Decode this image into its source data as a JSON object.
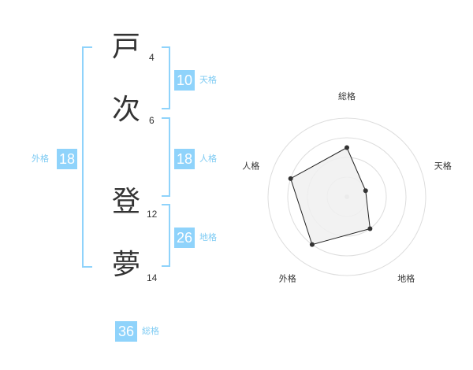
{
  "name": {
    "characters": [
      {
        "char": "戸",
        "strokes": "4"
      },
      {
        "char": "次",
        "strokes": "6"
      },
      {
        "char": "登",
        "strokes": "12"
      },
      {
        "char": "夢",
        "strokes": "14"
      }
    ]
  },
  "kaku": {
    "tenkaku": {
      "value": "10",
      "label": "天格"
    },
    "jinkaku": {
      "value": "18",
      "label": "人格"
    },
    "chikaku": {
      "value": "26",
      "label": "地格"
    },
    "gaikaku": {
      "value": "18",
      "label": "外格"
    },
    "soukaku": {
      "value": "36",
      "label": "総格"
    }
  },
  "chart_data": {
    "type": "radar",
    "axes": [
      "総格",
      "天格",
      "地格",
      "外格",
      "人格"
    ],
    "rings": 4,
    "max": 4,
    "values": [
      2.5,
      1,
      2,
      3,
      3
    ]
  },
  "colors": {
    "accent": "#8fd3fb",
    "label": "#7ecbf3",
    "radar_fill": "#f0f0f0",
    "radar_line": "#222222"
  }
}
